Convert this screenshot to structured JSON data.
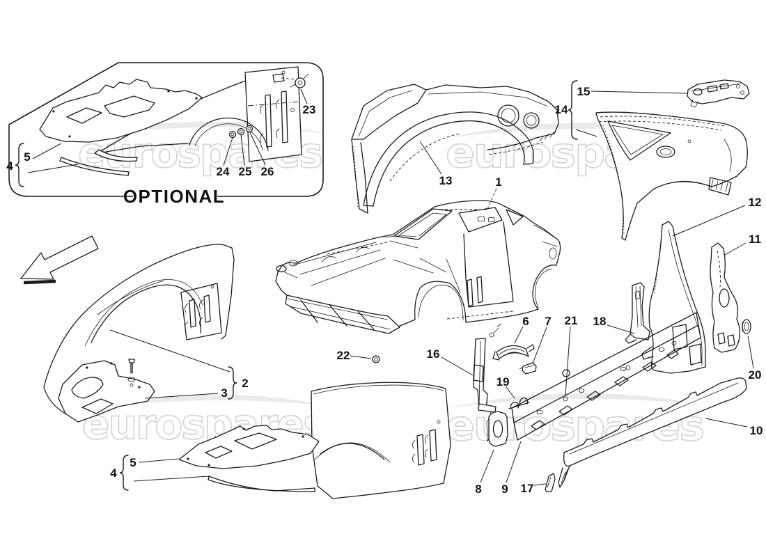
{
  "watermark": {
    "text": "eurospares",
    "stroke_color": "#d6d6d6",
    "swoosh_color": "#eaeaea"
  },
  "optional_box": {
    "label": "OPTIONAL"
  },
  "colors": {
    "background": "#ffffff",
    "line": "#1a1a1a",
    "label": "#111111"
  },
  "callouts": [
    "1",
    "2",
    "3",
    "4",
    "5",
    "6",
    "7",
    "8",
    "9",
    "10",
    "11",
    "12",
    "13",
    "14",
    "15",
    "16",
    "17",
    "18",
    "19",
    "20",
    "21",
    "22",
    "23",
    "24",
    "25",
    "26"
  ]
}
